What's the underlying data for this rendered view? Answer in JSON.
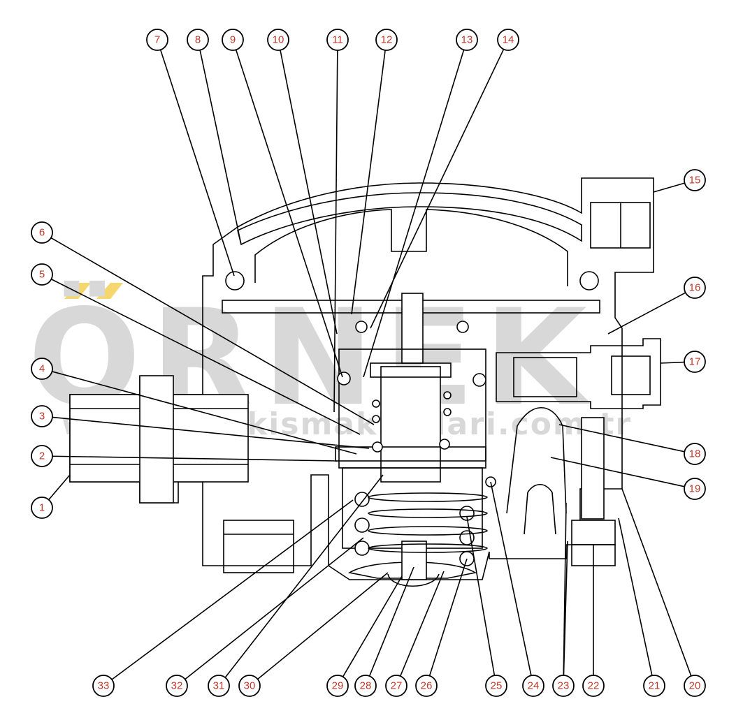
{
  "watermark": {
    "brand": "ÖRNEK",
    "url": "www.ornekismakinalari.com.tr",
    "accent_color": "#f5d76e",
    "text_color": "#d8d8d8"
  },
  "colors": {
    "callout_text": "#c0392b",
    "line": "#000000",
    "background": "#ffffff"
  },
  "callouts": [
    {
      "id": "7",
      "label": "7"
    },
    {
      "id": "8",
      "label": "8"
    },
    {
      "id": "9",
      "label": "9"
    },
    {
      "id": "10",
      "label": "10"
    },
    {
      "id": "11",
      "label": "11"
    },
    {
      "id": "12",
      "label": "12"
    },
    {
      "id": "13",
      "label": "13"
    },
    {
      "id": "14",
      "label": "14"
    },
    {
      "id": "15",
      "label": "15"
    },
    {
      "id": "16",
      "label": "16"
    },
    {
      "id": "17",
      "label": "17"
    },
    {
      "id": "18",
      "label": "18"
    },
    {
      "id": "19",
      "label": "19"
    },
    {
      "id": "6",
      "label": "6"
    },
    {
      "id": "5",
      "label": "5"
    },
    {
      "id": "4",
      "label": "4"
    },
    {
      "id": "3",
      "label": "3"
    },
    {
      "id": "2",
      "label": "2"
    },
    {
      "id": "1",
      "label": "1"
    },
    {
      "id": "33",
      "label": "33"
    },
    {
      "id": "32",
      "label": "32"
    },
    {
      "id": "31",
      "label": "31"
    },
    {
      "id": "30",
      "label": "30"
    },
    {
      "id": "29",
      "label": "29"
    },
    {
      "id": "28",
      "label": "28"
    },
    {
      "id": "27",
      "label": "27"
    },
    {
      "id": "26",
      "label": "26"
    },
    {
      "id": "25",
      "label": "25"
    },
    {
      "id": "24",
      "label": "24"
    },
    {
      "id": "23",
      "label": "23"
    },
    {
      "id": "22",
      "label": "22"
    },
    {
      "id": "21",
      "label": "21"
    },
    {
      "id": "20",
      "label": "20"
    }
  ]
}
